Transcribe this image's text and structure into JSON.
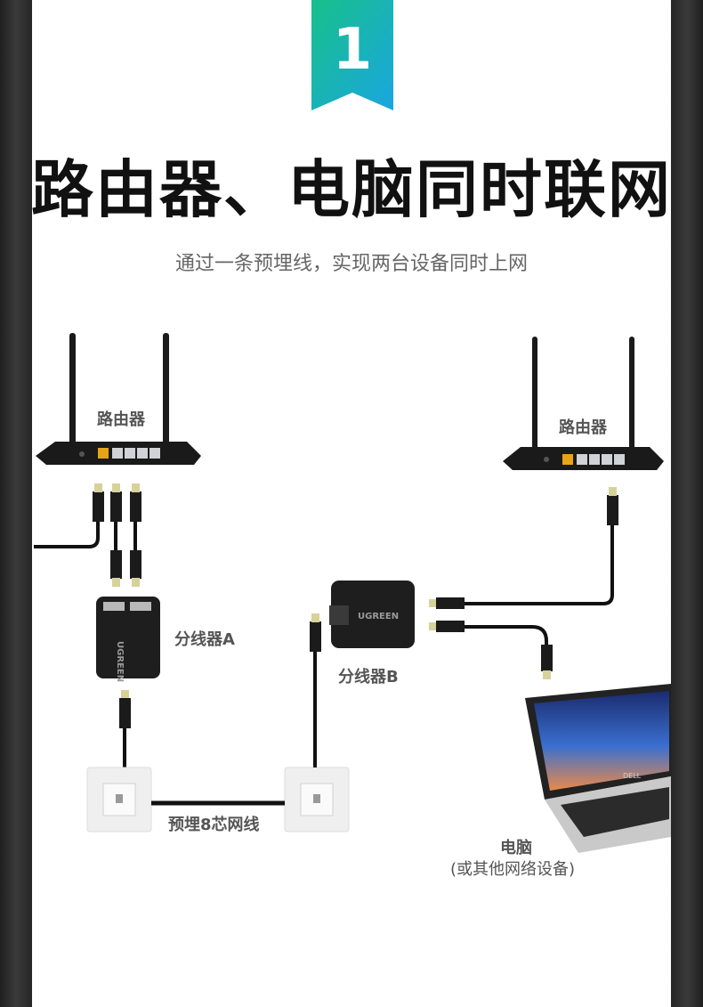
{
  "badge": {
    "number": "1",
    "color_top": "#18c08a",
    "color_bottom": "#1aa6e0"
  },
  "header": {
    "title": "路由器、电脑同时联网",
    "subtitle": "通过一条预埋线，实现两台设备同时上网"
  },
  "labels": {
    "router_left": "路由器",
    "router_right": "路由器",
    "splitter_a": "分线器A",
    "splitter_b": "分线器B",
    "cable": "预埋8芯网线",
    "computer": "电脑",
    "computer_note": "(或其他网络设备)"
  },
  "device_text": {
    "splitter_brand": "UGREEN",
    "laptop_brand": "DELL"
  },
  "colors": {
    "cable": "#111111",
    "router_body": "#1a1a1a",
    "wan_port": "#e8a317",
    "plate": "#efefef"
  }
}
